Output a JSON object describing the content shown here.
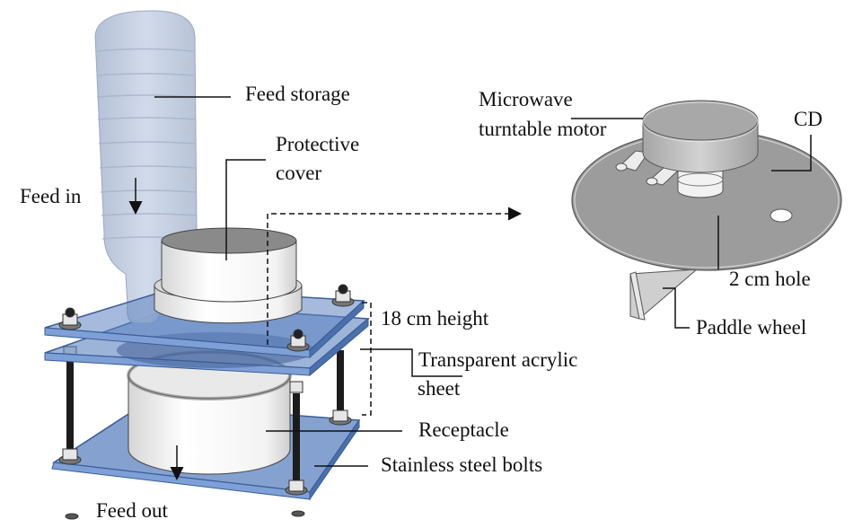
{
  "figure": {
    "labels": {
      "feed_storage": "Feed storage",
      "protective_cover_line1": "Protective",
      "protective_cover_line2": "cover",
      "feed_in": "Feed in",
      "height_18cm": "18 cm height",
      "acrylic_line1": "Transparent acrylic",
      "acrylic_line2": "sheet",
      "receptacle": "Receptacle",
      "bolts": "Stainless steel bolts",
      "feed_out": "Feed out",
      "motor_line1": "Microwave",
      "motor_line2": "turntable motor",
      "cd": "CD",
      "hole": "2 cm hole",
      "paddle": "Paddle wheel"
    },
    "colors": {
      "bottle": "#c3cfe2",
      "bottle_edge": "#9aa8c2",
      "acrylic": "#5b82c0",
      "acrylic_edge": "#3a5d96",
      "cylinder": "#f4f4f4",
      "cylinder_top": "#8a8a8a",
      "disc": "#9c9c9c",
      "motor": "#b8b8b8",
      "bolt": "#1c1c1c",
      "nut": "#e6e6e6"
    }
  }
}
